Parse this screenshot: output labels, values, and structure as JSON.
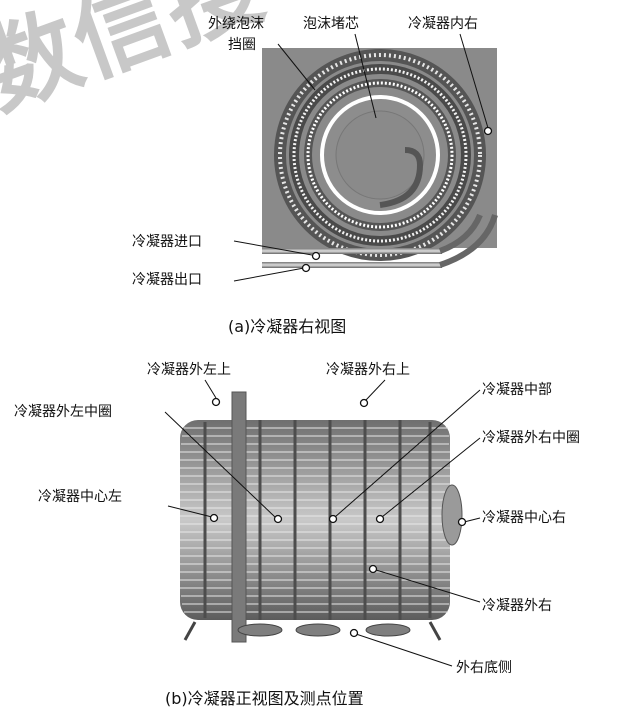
{
  "watermark": "数信搜",
  "top_view": {
    "labels": {
      "outer_foam_ring_line1": "外绕泡沫",
      "outer_foam_ring_line2": "挡圈",
      "foam_plug": "泡沫堵芯",
      "inner_right": "冷凝器内右",
      "inlet": "冷凝器进口",
      "outlet": "冷凝器出口"
    },
    "caption": "(a)冷凝器右视图"
  },
  "front_view": {
    "labels": {
      "outer_left_top": "冷凝器外左上",
      "outer_right_top": "冷凝器外右上",
      "outer_left_mid_ring": "冷凝器外左中圈",
      "middle": "冷凝器中部",
      "outer_right_mid_ring": "冷凝器外右中圈",
      "center_left": "冷凝器中心左",
      "center_right": "冷凝器中心右",
      "outer_right": "冷凝器外右",
      "outer_right_bottom": "外右底侧"
    },
    "caption": "(b)冷凝器正视图及测点位置"
  }
}
